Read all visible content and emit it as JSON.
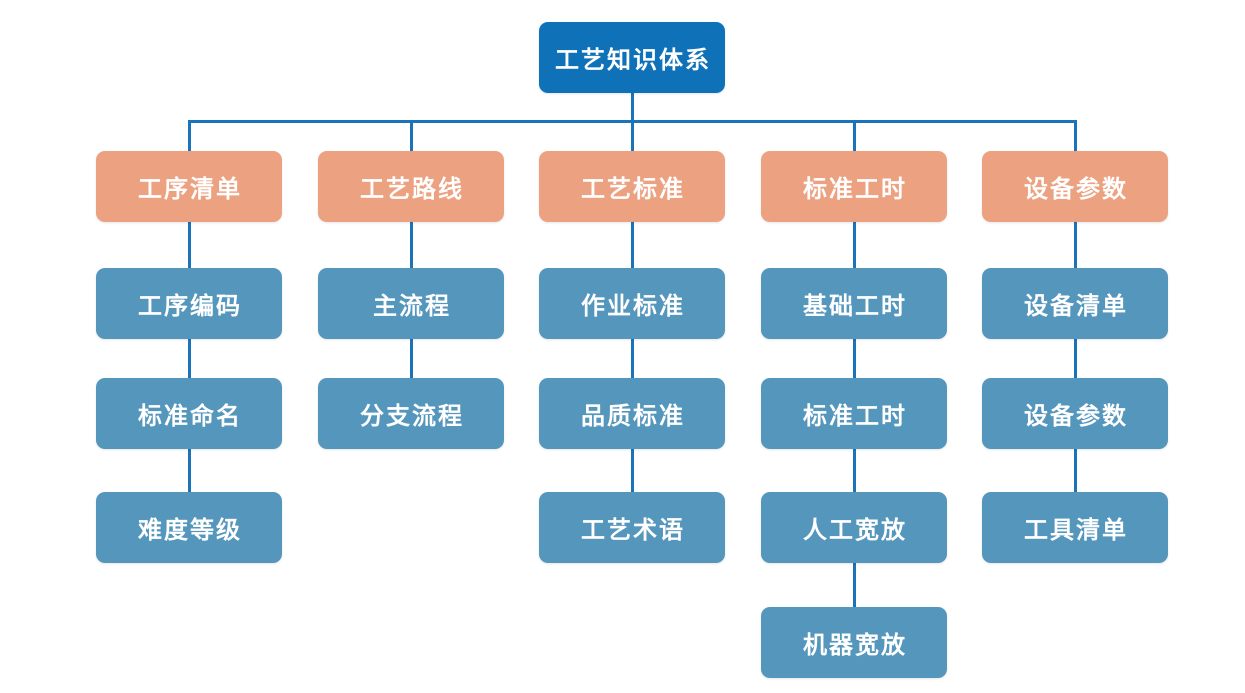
{
  "diagram": {
    "title": "工艺知识体系",
    "colors": {
      "root_fill": "#0F72B8",
      "category_fill": "#ECA180",
      "item_fill": "#5596BD",
      "connector": "#1B74BA",
      "text": "#FFFFFF",
      "background": "#FFFFFF"
    },
    "root": {
      "label": "工艺知识体系"
    },
    "columns": [
      {
        "parent": {
          "label": "工序清单"
        },
        "children": [
          {
            "label": "工序编码"
          },
          {
            "label": "标准命名"
          },
          {
            "label": "难度等级"
          }
        ]
      },
      {
        "parent": {
          "label": "工艺路线"
        },
        "children": [
          {
            "label": "主流程"
          },
          {
            "label": "分支流程"
          }
        ]
      },
      {
        "parent": {
          "label": "工艺标准"
        },
        "children": [
          {
            "label": "作业标准"
          },
          {
            "label": "品质标准"
          },
          {
            "label": "工艺术语"
          }
        ]
      },
      {
        "parent": {
          "label": "标准工时"
        },
        "children": [
          {
            "label": "基础工时"
          },
          {
            "label": "标准工时"
          },
          {
            "label": "人工宽放"
          },
          {
            "label": "机器宽放"
          }
        ]
      },
      {
        "parent": {
          "label": "设备参数"
        },
        "children": [
          {
            "label": "设备清单"
          },
          {
            "label": "设备参数"
          },
          {
            "label": "工具清单"
          }
        ]
      }
    ]
  }
}
